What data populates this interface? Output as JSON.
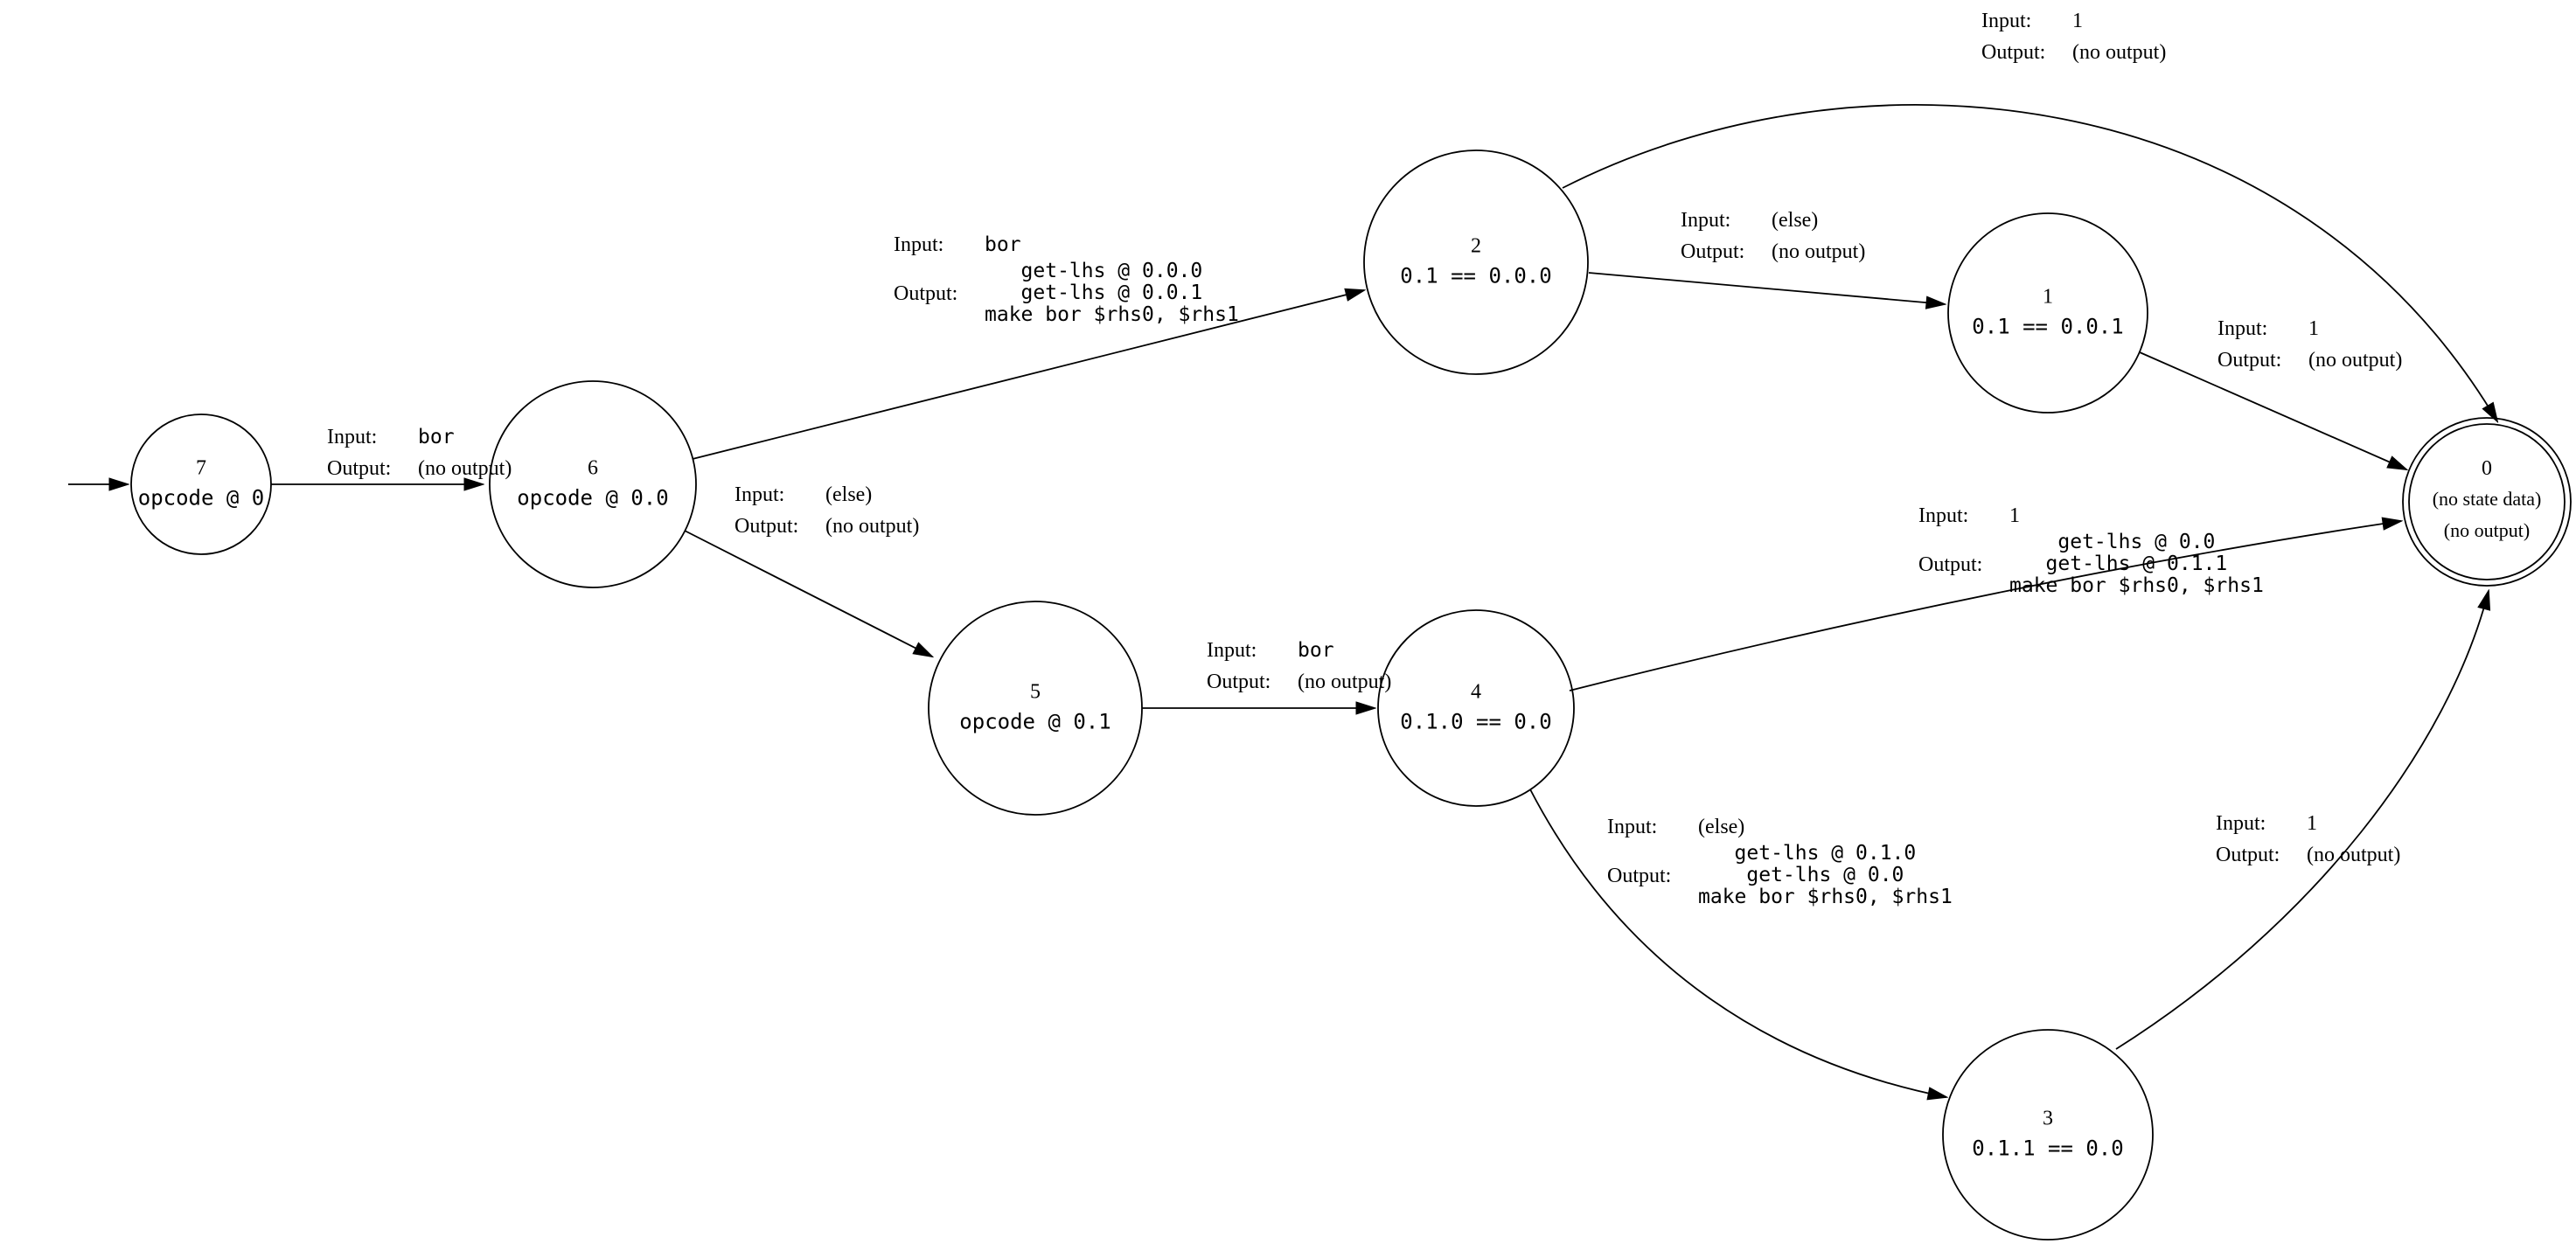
{
  "colors": {
    "stroke": "#000000",
    "background": "#ffffff"
  },
  "labels": {
    "input": "Input:",
    "output": "Output:"
  },
  "states": {
    "s7": {
      "id": "7",
      "label": "opcode @ 0"
    },
    "s6": {
      "id": "6",
      "label": "opcode @ 0.0"
    },
    "s5": {
      "id": "5",
      "label": "opcode @ 0.1"
    },
    "s4": {
      "id": "4",
      "label": "0.1.0 == 0.0"
    },
    "s3": {
      "id": "3",
      "label": "0.1.1 == 0.0"
    },
    "s2": {
      "id": "2",
      "label": "0.1 == 0.0.0"
    },
    "s1": {
      "id": "1",
      "label": "0.1 == 0.0.1"
    },
    "s0": {
      "id": "0",
      "line1": "(no state data)",
      "line2": "(no output)"
    }
  },
  "edges": {
    "e7_6": {
      "input": "bor",
      "output": "(no output)"
    },
    "e6_2": {
      "input": "bor",
      "output_lines": [
        "get-lhs @ 0.0.0",
        "get-lhs @ 0.0.1",
        "make bor $rhs0, $rhs1"
      ]
    },
    "e6_5": {
      "input": "(else)",
      "output": "(no output)"
    },
    "e2_0": {
      "input": "1",
      "output": "(no output)"
    },
    "e2_1": {
      "input": "(else)",
      "output": "(no output)"
    },
    "e1_0": {
      "input": "1",
      "output": "(no output)"
    },
    "e5_4": {
      "input": "bor",
      "output": "(no output)"
    },
    "e4_0": {
      "input": "1",
      "output_lines": [
        "get-lhs @ 0.0",
        "get-lhs @ 0.1.1",
        "make bor $rhs0, $rhs1"
      ]
    },
    "e4_3": {
      "input": "(else)",
      "output_lines": [
        "get-lhs @ 0.1.0",
        "get-lhs @ 0.0",
        "make bor $rhs0, $rhs1"
      ]
    },
    "e3_0": {
      "input": "1",
      "output": "(no output)"
    }
  }
}
